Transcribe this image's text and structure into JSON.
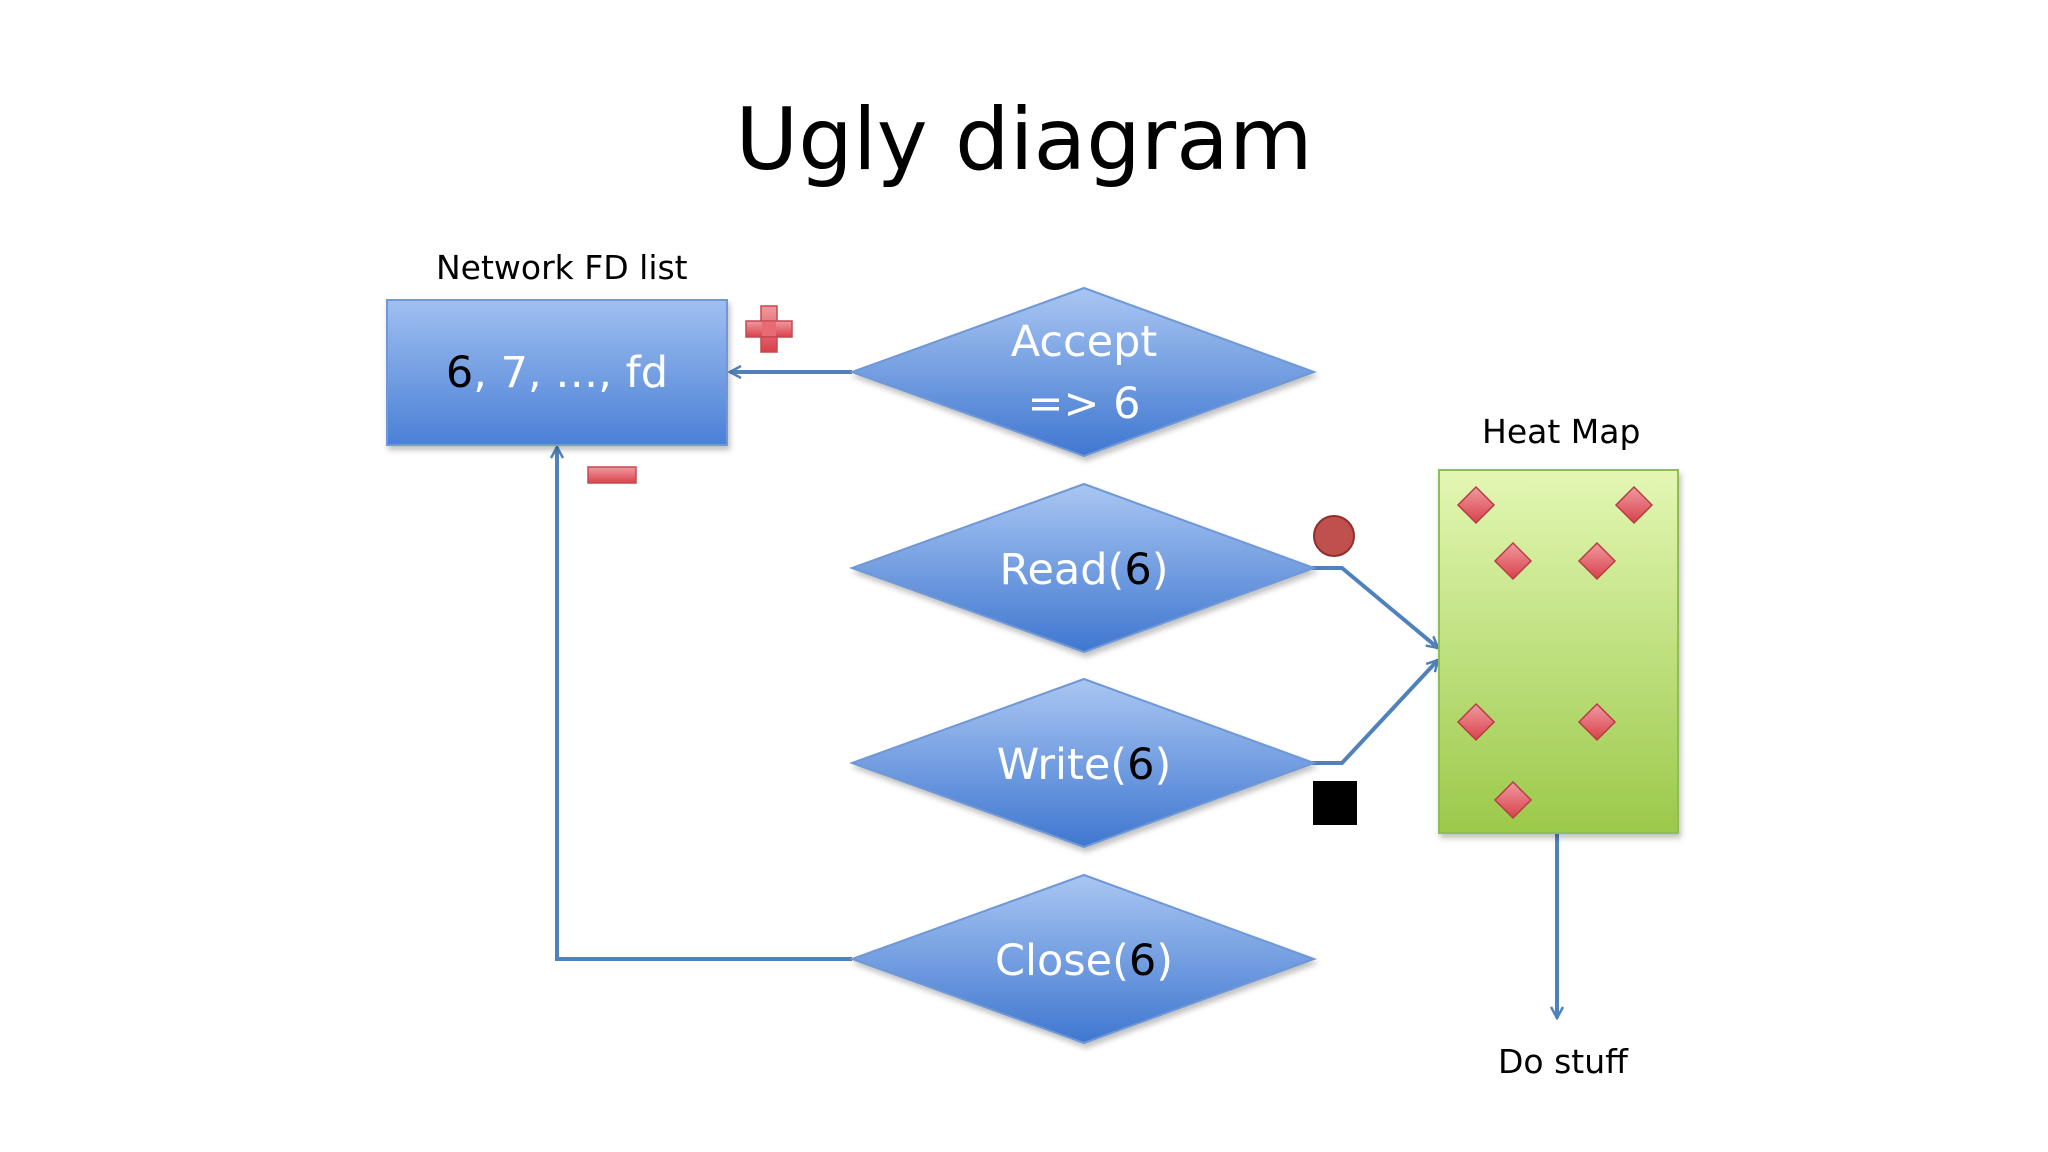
{
  "title": "Ugly diagram",
  "labels": {
    "fd_list_caption": "Network FD list",
    "heat_map_caption": "Heat Map",
    "do_stuff": "Do stuff"
  },
  "fd_list": {
    "first": "6",
    "rest": ", 7, …, fd"
  },
  "nodes": {
    "accept": {
      "line1": "Accept",
      "line2": "=> 6"
    },
    "read": {
      "prefix": "Read(",
      "arg": "6",
      "suffix": ")"
    },
    "write": {
      "prefix": "Write(",
      "arg": "6",
      "suffix": ")"
    },
    "close": {
      "prefix": "Close(",
      "arg": "6",
      "suffix": ")"
    }
  },
  "colors": {
    "box_top": "#9fbff0",
    "box_bottom": "#4a80d6",
    "diamond_top": "#a9c6f2",
    "diamond_bottom": "#3f77d0",
    "arrow": "#4f81bd",
    "heatmap_top": "#e3f7b4",
    "heatmap_bottom": "#9bc94a",
    "marker": "#e04f57",
    "dark_text": "#000000",
    "light_text": "#ffffff"
  },
  "icons": {
    "plus": "plus-icon",
    "minus": "minus-icon",
    "read_marker": "circle-icon",
    "write_marker": "square-icon",
    "heat_points": "diamond-icon"
  }
}
